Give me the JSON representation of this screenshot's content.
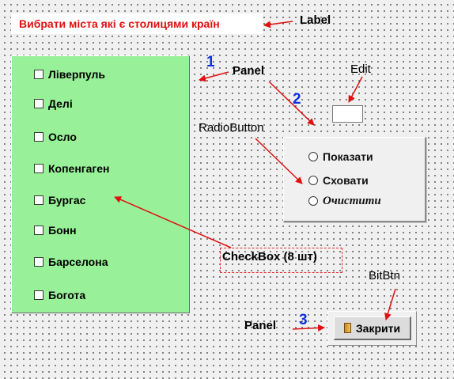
{
  "form": {
    "label_text": "Вибрати міста які є столицями країн"
  },
  "panel1": {
    "checkboxes": [
      {
        "label": "Ліверпуль",
        "checked": false
      },
      {
        "label": "Делі",
        "checked": false
      },
      {
        "label": "Осло",
        "checked": false
      },
      {
        "label": "Копенгаген",
        "checked": false
      },
      {
        "label": "Бургас",
        "checked": false
      },
      {
        "label": "Бонн",
        "checked": false
      },
      {
        "label": "Барселона",
        "checked": false
      },
      {
        "label": "Богота",
        "checked": false
      }
    ],
    "color": "#98f098"
  },
  "edit": {
    "value": ""
  },
  "panel2": {
    "radio_buttons": [
      {
        "label": "Показати",
        "selected": false
      },
      {
        "label": "Сховати",
        "selected": false
      },
      {
        "label": "Очистити",
        "selected": false,
        "italic": true
      }
    ]
  },
  "panel3": {
    "bitbtn": {
      "label": "Закрити",
      "icon": "door-icon"
    }
  },
  "annotations": {
    "label": "Label",
    "panel_top": "Panel",
    "edit": "Edit",
    "radiobutton": "RadioButton",
    "checkbox": "CheckBox (8 шт)",
    "bitbtn": "BitBtn",
    "panel_bottom": "Panel",
    "num1": "1",
    "num2": "2",
    "num3": "3",
    "arrow_color": "#e01010",
    "number_color": "#1030e0"
  }
}
